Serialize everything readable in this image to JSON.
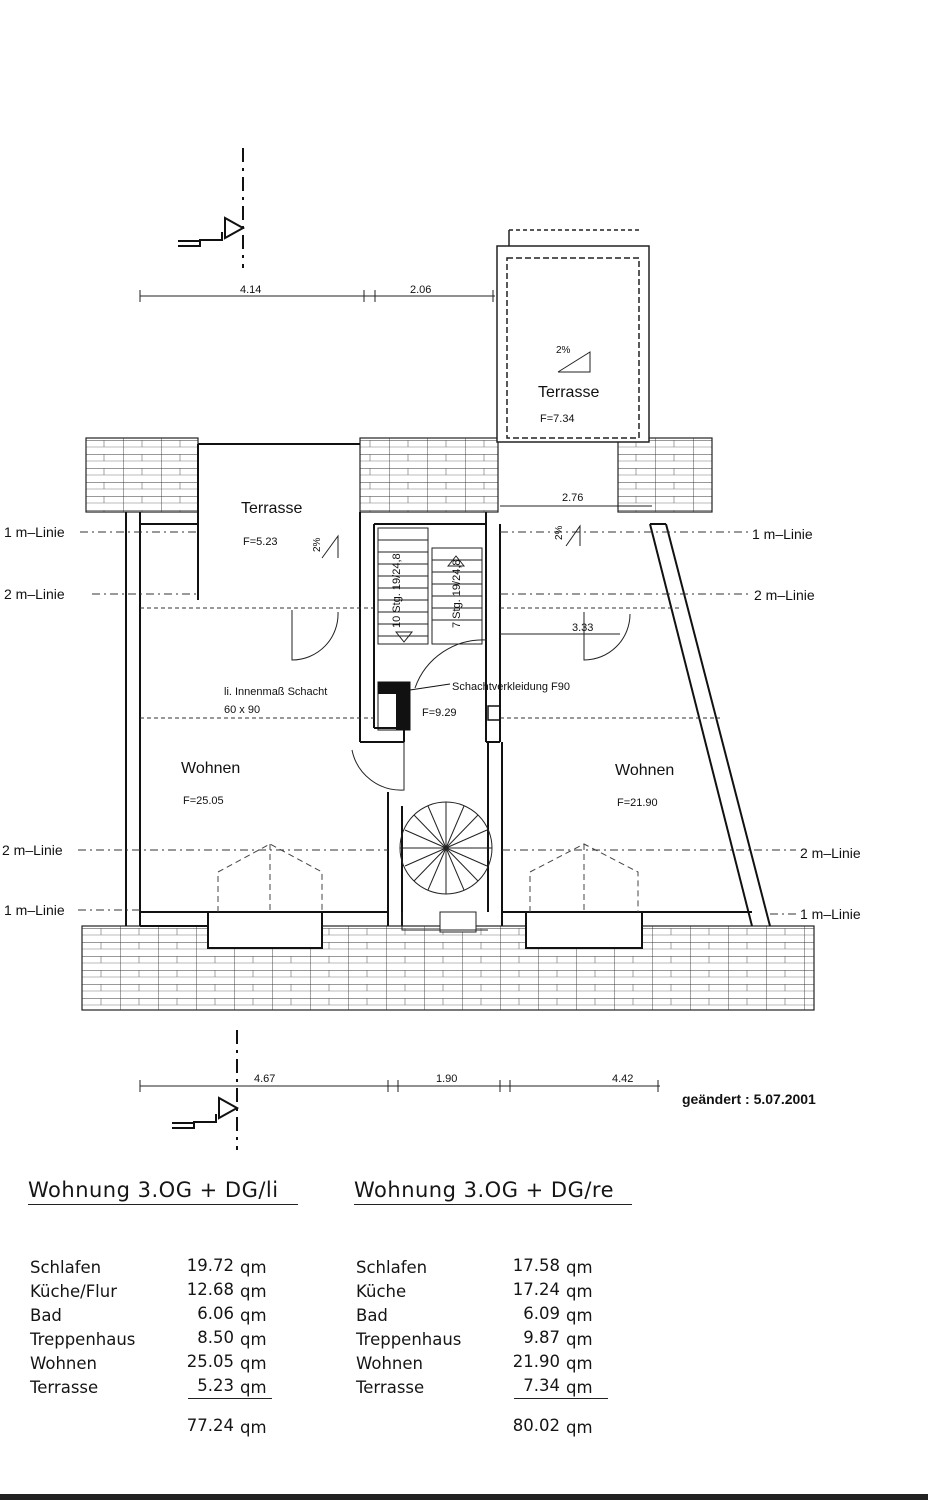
{
  "plan": {
    "dims_top": [
      "4.14",
      "2.06"
    ],
    "dims_bottom": [
      "4.67",
      "1.90",
      "4.42"
    ],
    "dim_276": "2.76",
    "dim_333": "3.33",
    "line_1m": "1 m–Linie",
    "line_2m": "2 m–Linie",
    "rooms": {
      "terrasse_right": {
        "name": "Terrasse",
        "area": "F=7.34",
        "slope": "2%"
      },
      "terrasse_left": {
        "name": "Terrasse",
        "area": "F=5.23",
        "slope": "2%"
      },
      "slope_mid": "2%",
      "wohnen_left": {
        "name": "Wohnen",
        "area": "F=25.05"
      },
      "wohnen_right": {
        "name": "Wohnen",
        "area": "F=21.90"
      },
      "stair": {
        "area": "F=9.29"
      }
    },
    "stair_left": "10 Stg. 19/24,8",
    "stair_right": "7 Stg. 19/24,8",
    "schacht_note_1": "li. Innenmaß Schacht",
    "schacht_note_2": "60 x 90",
    "schacht_label": "Schachtverkleidung F90",
    "changed": "geändert  :  5.07.2001"
  },
  "tables": [
    {
      "title": "Wohnung  3.OG  +  DG/li",
      "rows": [
        {
          "name": "Schlafen",
          "value": "19.72",
          "unit": "qm"
        },
        {
          "name": "Küche/Flur",
          "value": "12.68",
          "unit": "qm"
        },
        {
          "name": "Bad",
          "value": "6.06",
          "unit": "qm"
        },
        {
          "name": "Treppenhaus",
          "value": "8.50",
          "unit": "qm"
        },
        {
          "name": "Wohnen",
          "value": "25.05",
          "unit": "qm"
        },
        {
          "name": "Terrasse",
          "value": "5.23",
          "unit": "qm"
        }
      ],
      "total": {
        "value": "77.24",
        "unit": "qm"
      }
    },
    {
      "title": "Wohnung  3.OG  +  DG/re",
      "rows": [
        {
          "name": "Schlafen",
          "value": "17.58",
          "unit": "qm"
        },
        {
          "name": "Küche",
          "value": "17.24",
          "unit": "qm"
        },
        {
          "name": "Bad",
          "value": "6.09",
          "unit": "qm"
        },
        {
          "name": "Treppenhaus",
          "value": "9.87",
          "unit": "qm"
        },
        {
          "name": "Wohnen",
          "value": "21.90",
          "unit": "qm"
        },
        {
          "name": "Terrasse",
          "value": "7.34",
          "unit": "qm"
        }
      ],
      "total": {
        "value": "80.02",
        "unit": "qm"
      }
    }
  ]
}
